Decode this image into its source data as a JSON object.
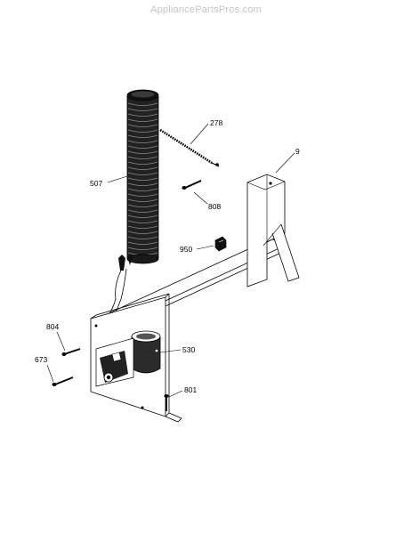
{
  "watermark": "AppliancePartsPros.com",
  "callouts": [
    {
      "id": "278",
      "label": "278",
      "part": "screw-with-chain"
    },
    {
      "id": "9",
      "label": "9",
      "part": "bracket"
    },
    {
      "id": "507",
      "label": "507",
      "part": "flexible-duct"
    },
    {
      "id": "808",
      "label": "808",
      "part": "screw"
    },
    {
      "id": "950",
      "label": "950",
      "part": "clip"
    },
    {
      "id": "804",
      "label": "804",
      "part": "screw"
    },
    {
      "id": "530",
      "label": "530",
      "part": "blower-assembly"
    },
    {
      "id": "673",
      "label": "673",
      "part": "screw"
    },
    {
      "id": "801",
      "label": "801",
      "part": "screw"
    }
  ]
}
